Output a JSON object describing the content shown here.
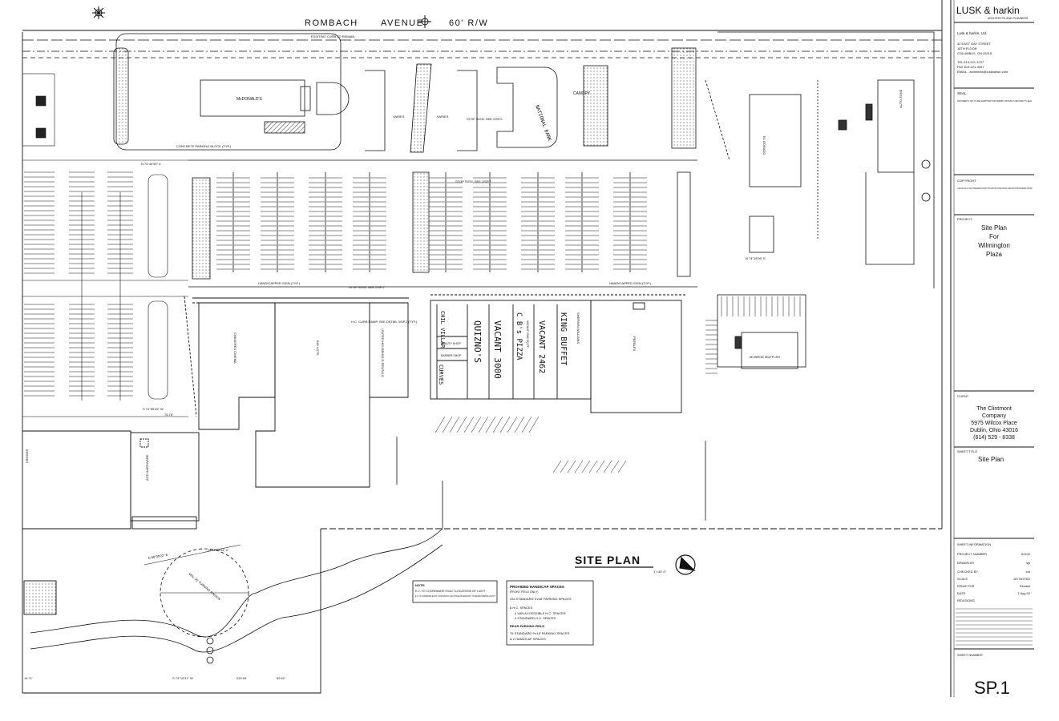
{
  "street": {
    "name": "ROMBACH",
    "avenue": "AVENUE",
    "row": "60' R/W"
  },
  "notes_top": {
    "existing_curb": "EXISTING CURB TO REMAIN",
    "concrete_block": "CONCRETE PARKING BLOCK (TYP.)",
    "stop_sign_1": "STOP SIGN, SEE 2/SP.2",
    "stop_sign_2": "STOP SIGN, SEE 2/SP.2",
    "handicapped_sign": "HANDICAPPED SIGN (TYP.)",
    "handicapped_sign_2": "HANDICAPPED SIGN (TYP.)",
    "hc_curb_ramp": "H.C. CURB RAMP, SEE DETAIL 3/SP.2 (TYP.)",
    "stop_sign_3": "STOP SIGN, SEE 2/SP.2",
    "varies_1": "VARIES",
    "varies_2": "VARIES"
  },
  "buildings": {
    "mcdonalds": "McDONALD'S",
    "canopy": "CANOPY",
    "bank": "BANK",
    "national_bank": "NATIONAL BANK",
    "el_dorado": "EL DORADO",
    "auto_zone": "AUTO ZONE",
    "chakeres": "CHAKERES CINEMA",
    "big_lots": "BIG LOTS",
    "united_household": "UNITED HOUSEHOLD RENTALS",
    "kroger": "KROGER",
    "ace_hardware": "ACE HARDWARE",
    "peebles": "PEEBLES",
    "sherwin": "SHERWIN WILLIAMS",
    "monroe": "MONROE MUFFLER",
    "beauty_shop": "BEAUTY SHOP",
    "barber_shop": "BARBER SHOP",
    "chil_villar": "CHIL VILLAR",
    "curves": "CURVES",
    "quiznos": "QUIZNO'S",
    "vacant_3000": "VACANT 3000",
    "cbs_pizza": "C B's PIZZA",
    "vacant_2462": "VACANT 2462",
    "king_buffet": "KING BUFFET",
    "vacant_small": "VACANT 2300 SQ FT"
  },
  "bearings": {
    "b1": "N 74°44'50\" E",
    "b2": "S 74°55'49\" W",
    "b3": "N 74°15'06\" E",
    "b4": "S 74°14'31\" W",
    "b5": "N 60°09'22\" E",
    "b6": "N 74°15'31\" E",
    "d1": "220.00'",
    "d2": "82.62'",
    "d3": "76.76'",
    "d4": "14.71'",
    "d5": "MIN. 35' TURNING RADIUS"
  },
  "title": {
    "text": "SITE PLAN",
    "scale": "1\"=40'-0\""
  },
  "notes": {
    "note_label": "NOTE:",
    "note_text": "E.C. TO COORDINATE EXACT LOCATIONS OF LIGHT POLES W/ ARCHITECT TO REVIEW STRIPING LAYOUT.",
    "hc_heading": "PROVIDED HANDICAP SPACES",
    "hc_sub": "(FRONT FIELD ONLY)",
    "l1": "334 STANDARD 9'x18' PARKING SPACES",
    "l2": "8 H.C. SPACES",
    "l3": "4 VAN ACCESSIBLE H.C. SPACES",
    "l4": "4 STANDARD H.C. SPACES",
    "rear_heading": "REAR PARKING FIELD",
    "l5": "75 STANDARD 9'x18' PARKING SPACES",
    "l6": "& 2 HANDICAP SPACES"
  },
  "title_block": {
    "logo": "LUSK & harkin",
    "logo_sub": "ARCHITECTS AND PLANNERS",
    "firm": "Lusk & harkin, Ltd.",
    "addr1": "42 EAST GAY STREET",
    "addr2": "16TH FLOOR",
    "addr3": "COLUMBUS, OH 43215",
    "tel": "TEL  614-221-3707",
    "fax": "FAX  614-221-3097",
    "email": "EMAIL - architects@luskharkin.com",
    "seal": "SEAL",
    "seal_text": "DOCUMENTS NOT TO BE SUBMITTED FOR PERMITS WITHOUT ARCHITECT'S SEAL.",
    "copyright": "COPYRIGHT",
    "copyright_text": "© 2002 LUSK & harkin, Ltd. USE OF THESE DRAWINGS IS LIMITED TO THE CLIENT FOR THE SUBJECT PROJECT. COMMON LAW COPYRIGHT RESERVED BY ARCHITECT.",
    "project": "PROJECT",
    "proj1": "Site Plan",
    "proj2": "For",
    "proj3": "Wilmington",
    "proj4": "Plaza",
    "client": "CLIENT",
    "c1": "The Clintmont",
    "c2": "Company",
    "c3": "5975 Wilcox Place",
    "c4": "Dublin, Ohio 43016",
    "c5": "(614) 529 - 8338",
    "sheet_title": "SHEET TITLE",
    "sheet_title_val": "Site Plan",
    "sheet_info": "SHEET INFORMATION",
    "pn_label": "PROJECT NUMBER",
    "pn_val": "02100",
    "dr_label": "DRAWN BY",
    "dr_val": "sjs",
    "ck_label": "CHECKED BY",
    "ck_val": "lod",
    "sc_label": "SCALE",
    "sc_val": "AS NOTED",
    "is_label": "ISSUE FOR",
    "is_val": "Review",
    "dt_label": "DATE",
    "dt_val": "7 Aug 02",
    "rev_label": "REVISIONS",
    "sheet_number": "SHEET NUMBER",
    "sheet_num_val": "SP.1"
  },
  "colors": {
    "ink": "#111111",
    "paper": "#ffffff",
    "hatch": "#555555"
  }
}
